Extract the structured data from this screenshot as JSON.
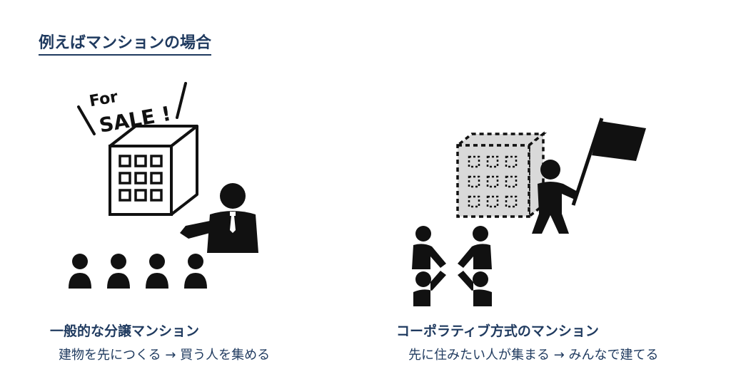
{
  "page": {
    "title": "例えばマンションの場合"
  },
  "left": {
    "sign_line1": "For",
    "sign_line2": "SALE !",
    "caption_title": "一般的な分譲マンション",
    "caption_sub": "建物を先につくる → 買う人を集める"
  },
  "right": {
    "caption_title": "コーポラティブ方式のマンション",
    "caption_sub": "先に住みたい人が集まる → みんなで建てる"
  },
  "colors": {
    "text": "#1f3a5f",
    "icon": "#111111",
    "building_fill_dashed": "#d9d9d9"
  }
}
